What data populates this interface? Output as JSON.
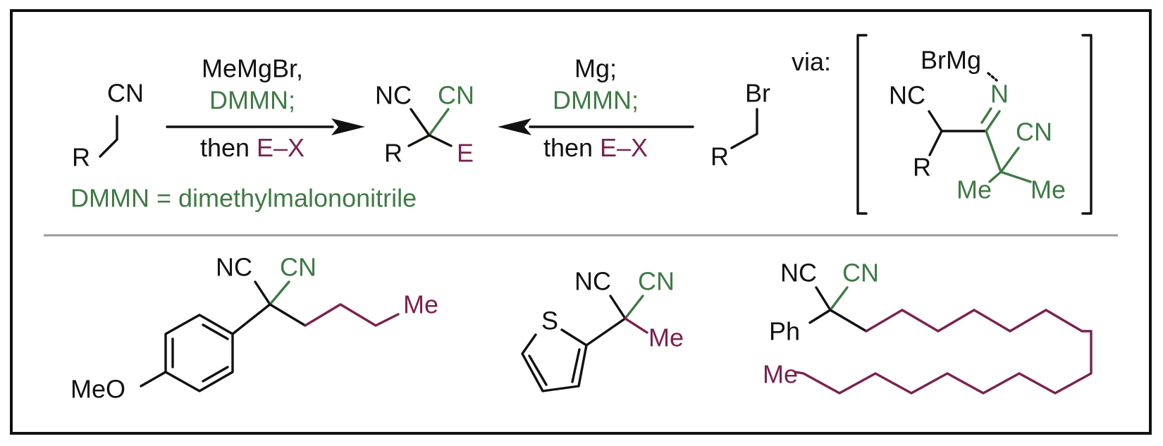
{
  "colors": {
    "black": "#111111",
    "green": "#3f7a44",
    "purple": "#7b2150",
    "divider": "#9a9a9a",
    "background": "#ffffff"
  },
  "scheme": {
    "nitrile": {
      "cn": "CN",
      "r": "R"
    },
    "arrow_forward": {
      "reagent_1": "MeMgBr,",
      "reagent_2": "DMMN;",
      "then": "then ",
      "electrophile": "E–X"
    },
    "product": {
      "nc": "NC",
      "cn": "CN",
      "r": "R",
      "e": "E"
    },
    "arrow_reverse": {
      "reagent_1": "Mg;",
      "reagent_2": "DMMN;",
      "then": "then ",
      "electrophile": "E–X"
    },
    "bromide": {
      "br": "Br",
      "r": "R"
    },
    "definition": "DMMN = dimethylmalononitrile",
    "intermediate": {
      "via": "via",
      "colon": ":",
      "brmg": "BrMg",
      "n": "N",
      "nc": "NC",
      "cn": "CN",
      "r": "R",
      "me_left": "Me",
      "me_right": "Me"
    }
  },
  "examples": [
    {
      "nc": "NC",
      "cn": "CN",
      "substituent": "MeO",
      "chain_end": "Me"
    },
    {
      "nc": "NC",
      "cn": "CN",
      "heteroatom": "S",
      "chain_end": "Me"
    },
    {
      "nc": "NC",
      "cn": "CN",
      "substituent": "Ph",
      "chain_end": "Me"
    }
  ]
}
